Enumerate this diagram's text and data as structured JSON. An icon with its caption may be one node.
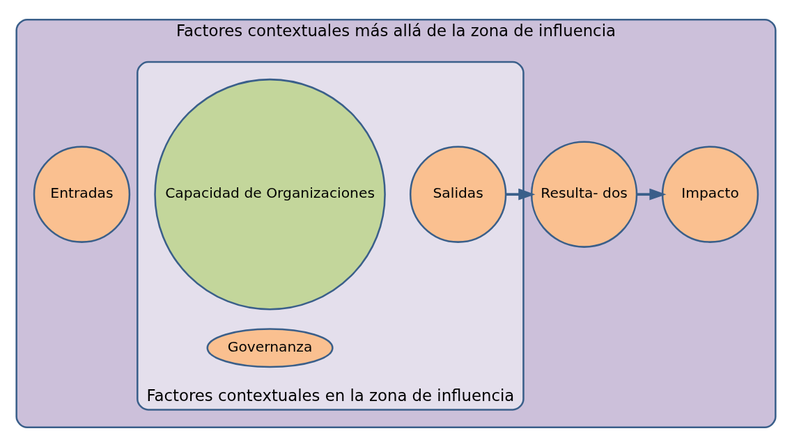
{
  "diagram": {
    "nodes": [
      {
        "text": [
          "Factores contextuales más allá de la zona de influencia"
        ]
      },
      {
        "text": [
          "Factores contextuales en la zona de influencia"
        ],
        "in": 0
      },
      {
        "text": [
          "Governanza"
        ],
        "in": 1
      },
      {
        "text": [
          "Entradas"
        ],
        "in": 0
      },
      {
        "text": [
          "Capacidad de Organizaciones"
        ],
        "in": 1
      },
      {
        "text": [
          "Salidas"
        ],
        "in": 1
      },
      {
        "text": [
          "Resulta- dos"
        ],
        "in": 0
      },
      {
        "text": [
          "Impacto"
        ],
        "in": 0
      }
    ],
    "edges": [
      {
        "from": 5,
        "to": 6,
        "arrow": "to"
      },
      {
        "from": 6,
        "to": 7,
        "arrow": "to"
      }
    ]
  }
}
